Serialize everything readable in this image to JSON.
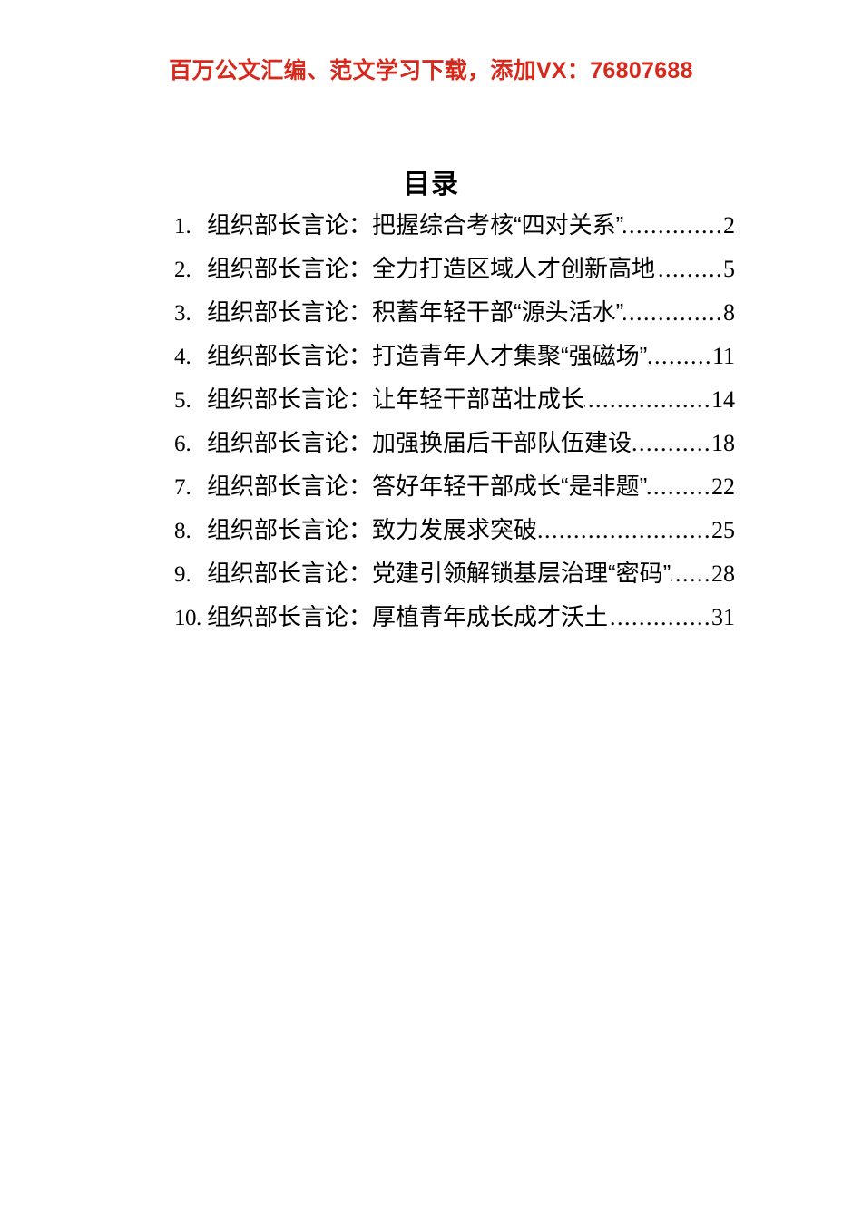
{
  "promo": {
    "text": "百万公文汇编、范文学习下载，添加VX：76807688",
    "color": "#d8281b"
  },
  "document": {
    "title": "目录",
    "text_color": "#000000",
    "background": "#ffffff"
  },
  "toc": {
    "leader_char": ".",
    "entries": [
      {
        "number": "1.",
        "title": "组织部长言论：把握综合考核“四对关系”",
        "page": "2"
      },
      {
        "number": "2.",
        "title": "组织部长言论：全力打造区域人才创新高地",
        "page": "5"
      },
      {
        "number": "3.",
        "title": "组织部长言论：积蓄年轻干部“源头活水”",
        "page": "8"
      },
      {
        "number": "4.",
        "title": "组织部长言论：打造青年人才集聚“强磁场”",
        "page": "11"
      },
      {
        "number": "5.",
        "title": "组织部长言论：让年轻干部茁壮成长",
        "page": "14"
      },
      {
        "number": "6.",
        "title": "组织部长言论：加强换届后干部队伍建设",
        "page": "18"
      },
      {
        "number": "7.",
        "title": "组织部长言论：答好年轻干部成长“是非题”",
        "page": "22"
      },
      {
        "number": "8.",
        "title": "组织部长言论：致力发展求突破",
        "page": "25"
      },
      {
        "number": "9.",
        "title": "组织部长言论：党建引领解锁基层治理“密码”",
        "page": "28"
      },
      {
        "number": "10.",
        "title": "组织部长言论：厚植青年成长成才沃土",
        "page": "31"
      }
    ]
  }
}
